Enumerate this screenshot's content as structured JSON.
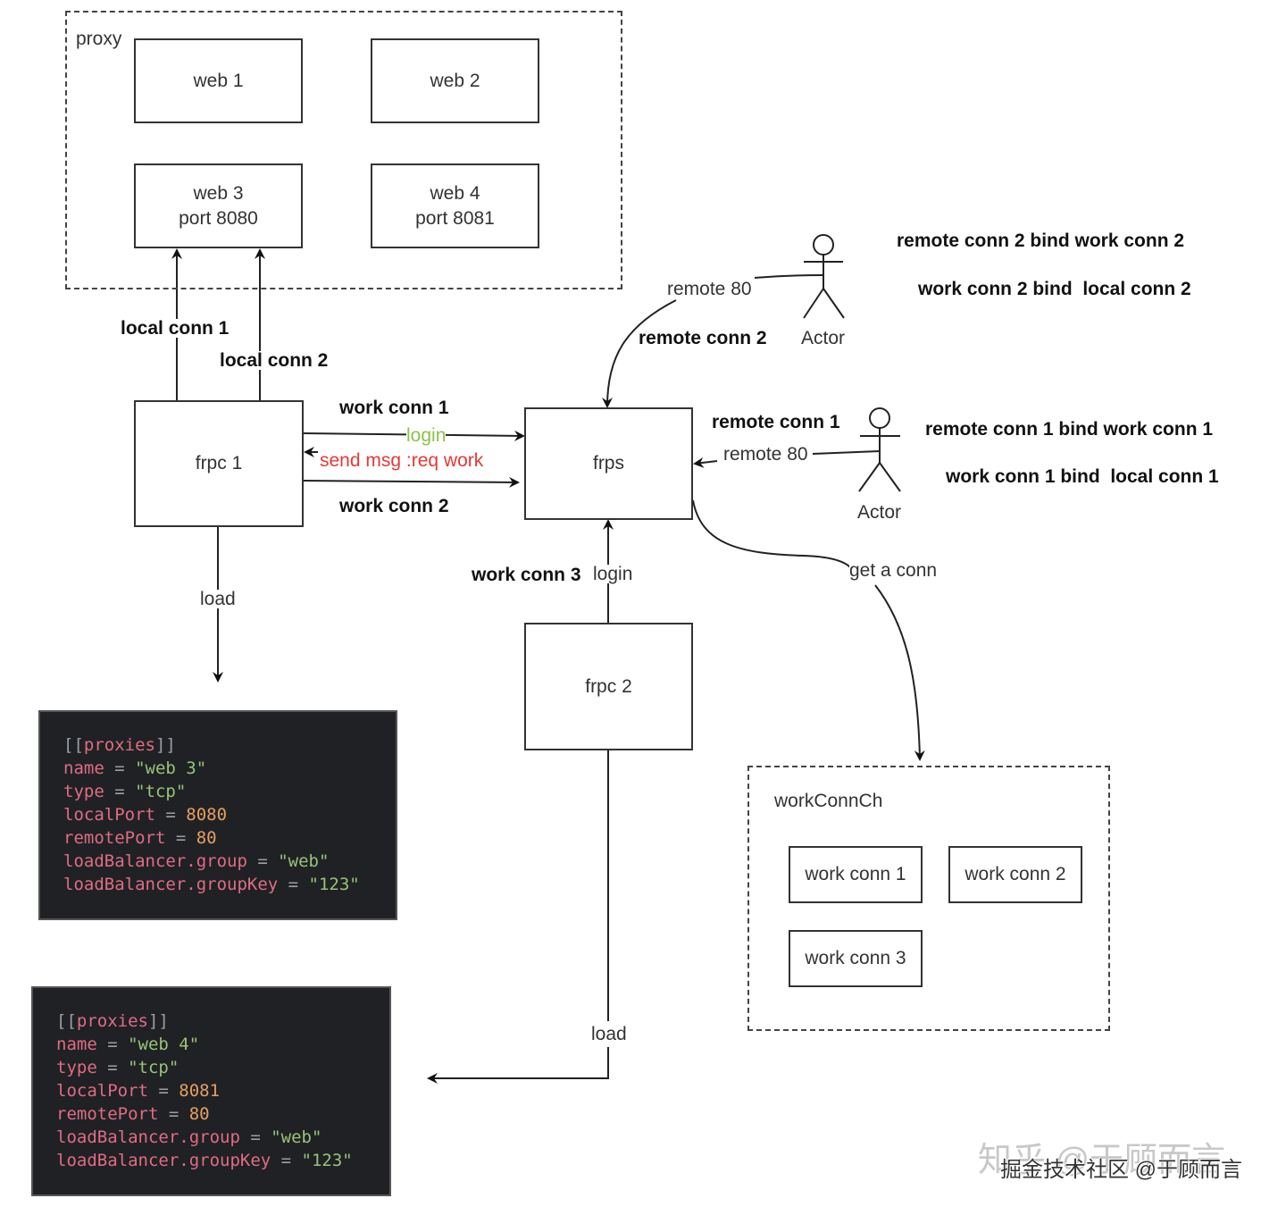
{
  "proxy_group": {
    "label": "proxy",
    "webs": [
      {
        "line1": "web 1",
        "line2": ""
      },
      {
        "line1": "web 2",
        "line2": ""
      },
      {
        "line1": "web 3",
        "line2": "port 8080"
      },
      {
        "line1": "web 4",
        "line2": "port 8081"
      }
    ]
  },
  "nodes": {
    "frpc1": "frpc 1",
    "frps": "frps",
    "frpc2": "frpc 2"
  },
  "edges": {
    "local_conn_1": "local conn 1",
    "local_conn_2": "local conn 2",
    "work_conn_1": "work conn 1",
    "login_green": "login",
    "send_msg": "send msg :req work",
    "work_conn_2": "work conn 2",
    "remote_80_top": "remote 80",
    "remote_conn_2": "remote conn 2",
    "remote_conn_1": "remote conn 1",
    "remote_80_bottom": "remote 80",
    "work_conn_3": "work conn 3",
    "login": "login",
    "get_a_conn": "get a conn",
    "load_1": "load",
    "load_2": "load"
  },
  "actors": [
    {
      "label": "Actor"
    },
    {
      "label": "Actor"
    }
  ],
  "bindings": [
    "remote conn 2 bind work conn 2",
    "work conn 2 bind  local conn 2",
    "remote conn 1 bind work conn 1",
    "work conn 1 bind  local conn 1"
  ],
  "work_conn_ch": {
    "label": "workConnCh",
    "items": [
      "work conn 1",
      "work conn 2",
      "work conn 3"
    ]
  },
  "configs": [
    {
      "header": "proxies",
      "name": "\"web 3\"",
      "type": "\"tcp\"",
      "localPort": "8080",
      "remotePort": "80",
      "group": "\"web\"",
      "groupKey": "\"123\""
    },
    {
      "header": "proxies",
      "name": "\"web 4\"",
      "type": "\"tcp\"",
      "localPort": "8081",
      "remotePort": "80",
      "group": "\"web\"",
      "groupKey": "\"123\""
    }
  ],
  "config_keys": {
    "name": "name",
    "type": "type",
    "localPort": "localPort",
    "remotePort": "remotePort",
    "group": "loadBalancer.group",
    "groupKey": "loadBalancer.groupKey",
    "eq": " = "
  },
  "watermark": {
    "back": "知乎 @于顾而言",
    "front": "掘金技术社区 @于顾而言"
  },
  "colors": {
    "login_green": "#8bc34a",
    "send_msg_red": "#e53935",
    "code_bg": "#202124"
  }
}
